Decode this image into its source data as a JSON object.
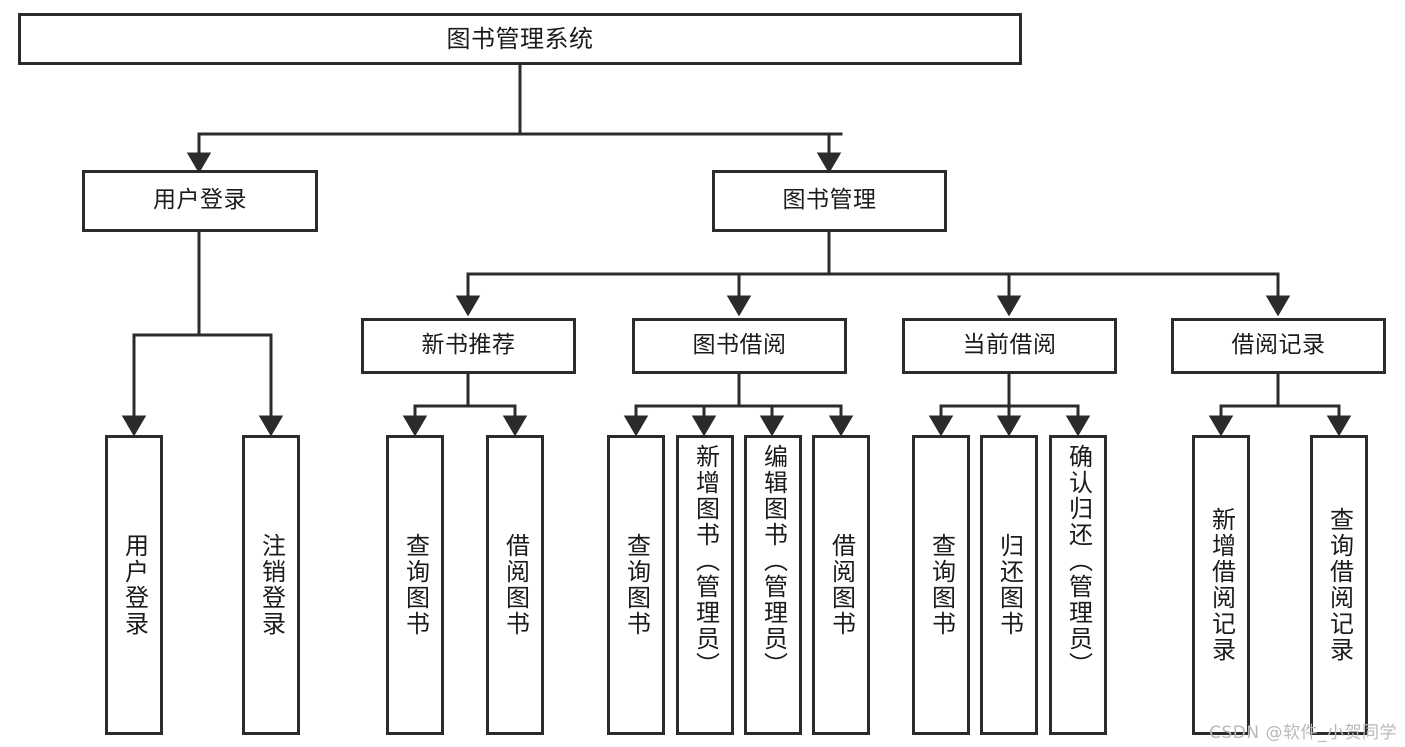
{
  "diagram": {
    "title": "图书管理系统",
    "type": "tree-hierarchy",
    "watermark": "CSDN @软件_小贺同学",
    "colors": {
      "stroke": "#2b2b2b",
      "fill": "#ffffff",
      "text": "#1b1b1b",
      "watermark": "#b9b9b9"
    },
    "nodes": {
      "root": {
        "label": "图书管理系统"
      },
      "level1": [
        {
          "id": "user-login",
          "label": "用户登录"
        },
        {
          "id": "book-manage",
          "label": "图书管理"
        }
      ],
      "level2": [
        {
          "id": "new-book-rec",
          "label": "新书推荐"
        },
        {
          "id": "book-borrow",
          "label": "图书借阅"
        },
        {
          "id": "current-borrow",
          "label": "当前借阅"
        },
        {
          "id": "borrow-record",
          "label": "借阅记录"
        }
      ],
      "leaves": [
        {
          "id": "leaf-user-login",
          "label": "用户登录"
        },
        {
          "id": "leaf-logout",
          "label": "注销登录"
        },
        {
          "id": "leaf-query-book-1",
          "label": "查询图书"
        },
        {
          "id": "leaf-borrow-book-1",
          "label": "借阅图书"
        },
        {
          "id": "leaf-query-book-2",
          "label": "查询图书"
        },
        {
          "id": "leaf-add-book",
          "label": "新增图书（管理员）"
        },
        {
          "id": "leaf-edit-book",
          "label": "编辑图书（管理员）"
        },
        {
          "id": "leaf-borrow-book-2",
          "label": "借阅图书"
        },
        {
          "id": "leaf-query-book-3",
          "label": "查询图书"
        },
        {
          "id": "leaf-return-book",
          "label": "归还图书"
        },
        {
          "id": "leaf-confirm-return",
          "label": "确认归还（管理员）"
        },
        {
          "id": "leaf-add-record",
          "label": "新增借阅记录"
        },
        {
          "id": "leaf-query-record",
          "label": "查询借阅记录"
        }
      ]
    }
  }
}
